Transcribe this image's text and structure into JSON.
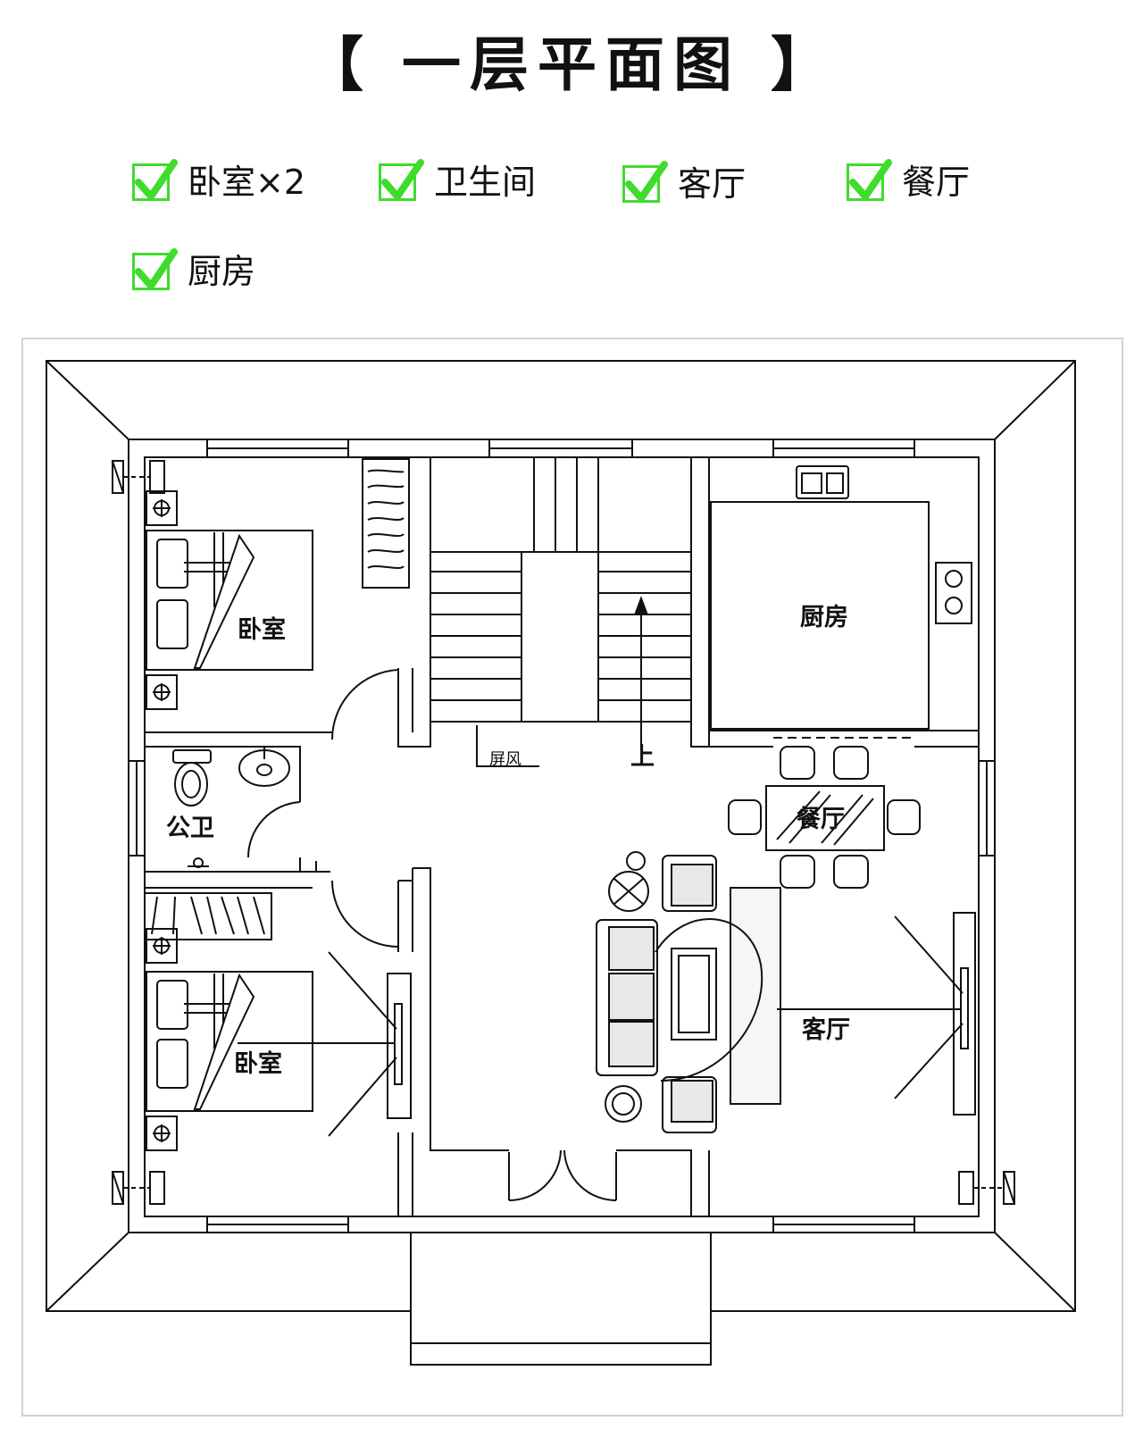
{
  "title": "【 一层平面图 】",
  "features": [
    "卧室×2",
    "卫生间",
    "客厅",
    "餐厅",
    "厨房"
  ],
  "colors": {
    "check": "#3fdc2d",
    "line": "#111111",
    "frame": "#d2d2d2"
  },
  "rooms": {
    "bedroom_1": "卧室",
    "bedroom_2": "卧室",
    "kitchen": "厨房",
    "dining": "餐厅",
    "living": "客厅",
    "bathroom": "公卫",
    "screen": "屏风",
    "stair_up": "上"
  }
}
